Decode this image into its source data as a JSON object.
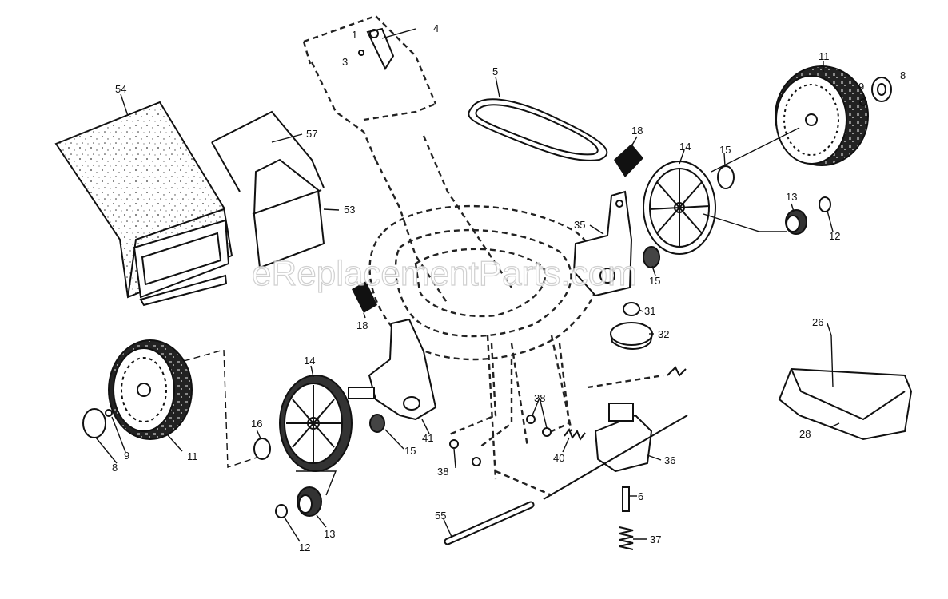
{
  "watermark": "eReplacementParts.com",
  "callouts": {
    "c1": "1",
    "c3": "3",
    "c4": "4",
    "c5": "5",
    "c54": "54",
    "c57": "57",
    "c53": "53",
    "c11a": "11",
    "c9a": "9",
    "c8a": "8",
    "c18a": "18",
    "c14a": "14",
    "c15a": "15",
    "c13a": "13",
    "c12a": "12",
    "c35": "35",
    "c15b": "15",
    "c31": "31",
    "c32": "32",
    "c18b": "18",
    "c26a": "26",
    "c28": "28",
    "c14b": "14",
    "c16": "16",
    "c11b": "11",
    "c9b": "9",
    "c8b": "8",
    "c41": "41",
    "c15c": "15",
    "c38a": "38",
    "c38b": "38",
    "c40": "40",
    "c36": "36",
    "c6": "6",
    "c37": "37",
    "c55": "55",
    "c13b": "13",
    "c12b": "12"
  }
}
